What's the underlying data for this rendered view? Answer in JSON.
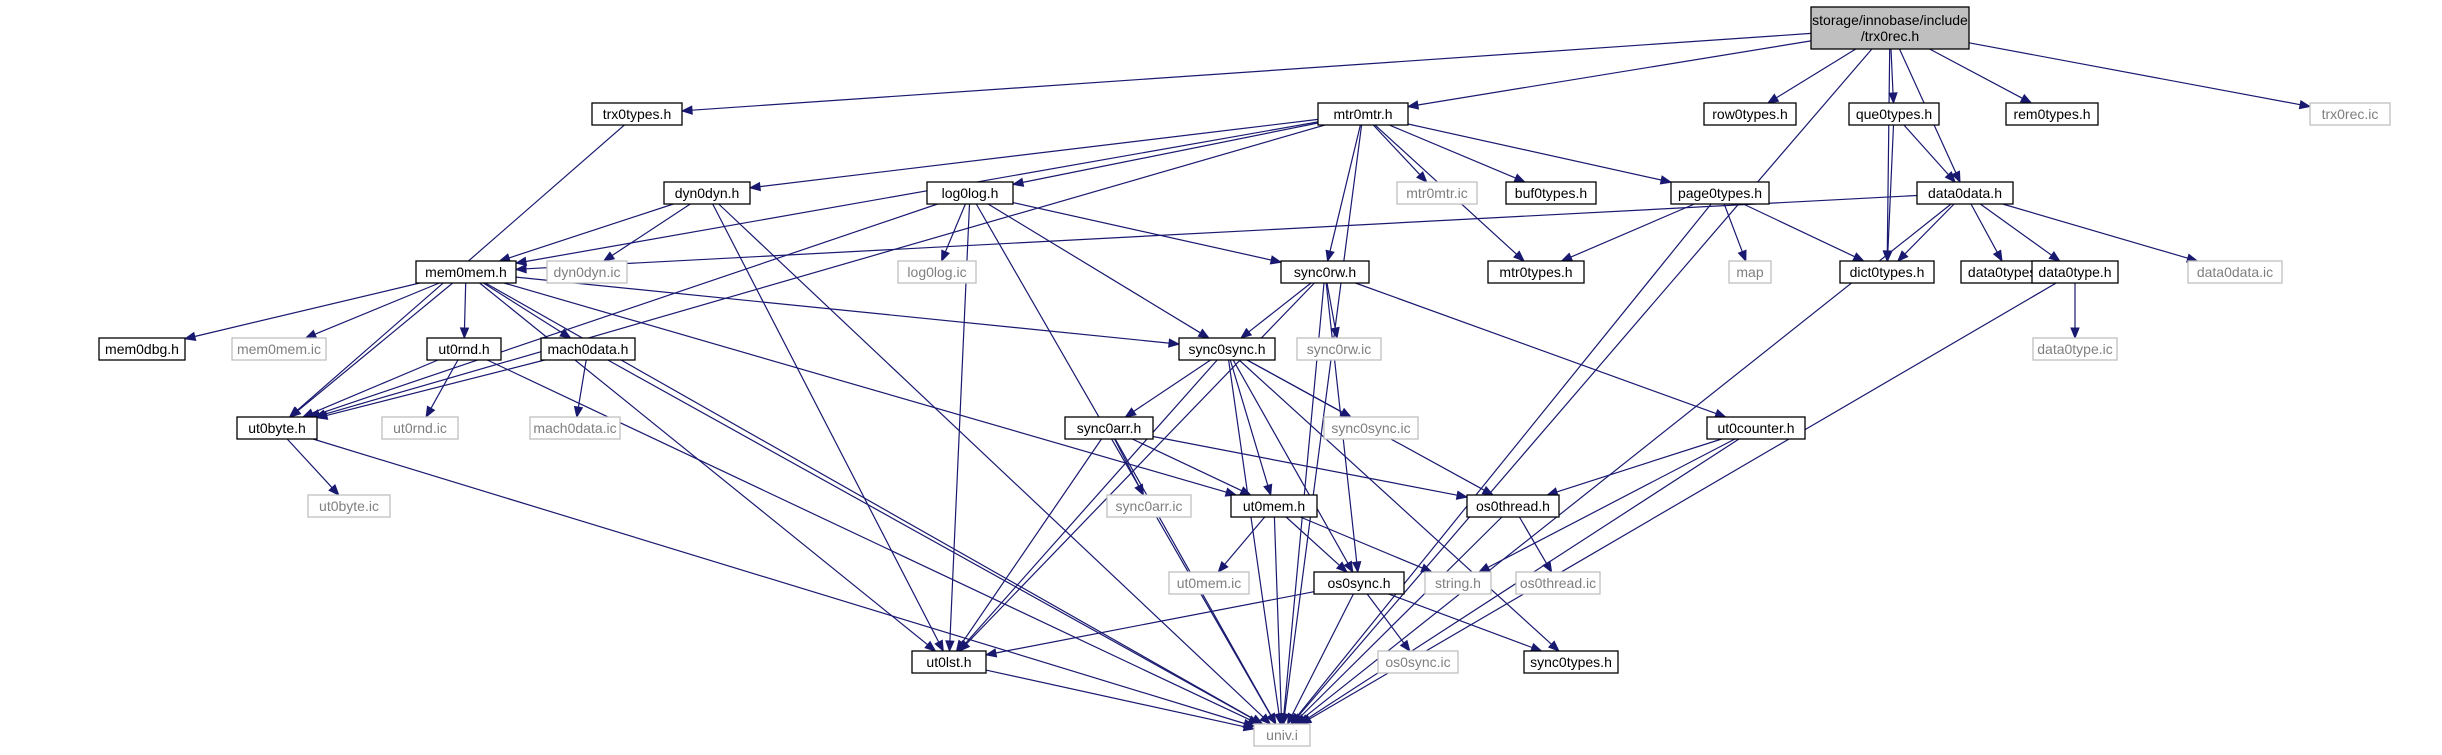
{
  "nodes": [
    {
      "id": "root",
      "label": [
        "storage/innobase/include",
        "/trx0rec.h"
      ],
      "style": "root"
    },
    {
      "id": "trx0types",
      "label": [
        "trx0types.h"
      ],
      "style": "normal"
    },
    {
      "id": "mtr0mtr",
      "label": [
        "mtr0mtr.h"
      ],
      "style": "normal"
    },
    {
      "id": "row0types",
      "label": [
        "row0types.h"
      ],
      "style": "normal"
    },
    {
      "id": "que0types",
      "label": [
        "que0types.h"
      ],
      "style": "normal"
    },
    {
      "id": "rem0types",
      "label": [
        "rem0types.h"
      ],
      "style": "normal"
    },
    {
      "id": "trx0rec_ic",
      "label": [
        "trx0rec.ic"
      ],
      "style": "ghost"
    },
    {
      "id": "dyn0dyn",
      "label": [
        "dyn0dyn.h"
      ],
      "style": "normal"
    },
    {
      "id": "log0log",
      "label": [
        "log0log.h"
      ],
      "style": "normal"
    },
    {
      "id": "mtr0mtr_ic",
      "label": [
        "mtr0mtr.ic"
      ],
      "style": "ghost"
    },
    {
      "id": "buf0types",
      "label": [
        "buf0types.h"
      ],
      "style": "normal"
    },
    {
      "id": "page0types",
      "label": [
        "page0types.h"
      ],
      "style": "normal"
    },
    {
      "id": "data0data",
      "label": [
        "data0data.h"
      ],
      "style": "normal"
    },
    {
      "id": "mem0mem",
      "label": [
        "mem0mem.h"
      ],
      "style": "normal"
    },
    {
      "id": "dyn0dyn_ic",
      "label": [
        "dyn0dyn.ic"
      ],
      "style": "ghost"
    },
    {
      "id": "log0log_ic",
      "label": [
        "log0log.ic"
      ],
      "style": "ghost"
    },
    {
      "id": "sync0rw",
      "label": [
        "sync0rw.h"
      ],
      "style": "normal"
    },
    {
      "id": "mtr0types",
      "label": [
        "mtr0types.h"
      ],
      "style": "normal"
    },
    {
      "id": "map",
      "label": [
        "map"
      ],
      "style": "ghost"
    },
    {
      "id": "dict0types",
      "label": [
        "dict0types.h"
      ],
      "style": "normal"
    },
    {
      "id": "data0types",
      "label": [
        "data0types.h"
      ],
      "style": "normal"
    },
    {
      "id": "data0type",
      "label": [
        "data0type.h"
      ],
      "style": "normal"
    },
    {
      "id": "data0data_ic",
      "label": [
        "data0data.ic"
      ],
      "style": "ghost"
    },
    {
      "id": "mem0dbg",
      "label": [
        "mem0dbg.h"
      ],
      "style": "normal"
    },
    {
      "id": "mem0mem_ic",
      "label": [
        "mem0mem.ic"
      ],
      "style": "ghost"
    },
    {
      "id": "ut0rnd",
      "label": [
        "ut0rnd.h"
      ],
      "style": "normal"
    },
    {
      "id": "mach0data",
      "label": [
        "mach0data.h"
      ],
      "style": "normal"
    },
    {
      "id": "sync0sync",
      "label": [
        "sync0sync.h"
      ],
      "style": "normal"
    },
    {
      "id": "sync0rw_ic",
      "label": [
        "sync0rw.ic"
      ],
      "style": "ghost"
    },
    {
      "id": "data0type_ic",
      "label": [
        "data0type.ic"
      ],
      "style": "ghost"
    },
    {
      "id": "ut0byte",
      "label": [
        "ut0byte.h"
      ],
      "style": "normal"
    },
    {
      "id": "ut0rnd_ic",
      "label": [
        "ut0rnd.ic"
      ],
      "style": "ghost"
    },
    {
      "id": "mach0data_ic",
      "label": [
        "mach0data.ic"
      ],
      "style": "ghost"
    },
    {
      "id": "sync0arr",
      "label": [
        "sync0arr.h"
      ],
      "style": "normal"
    },
    {
      "id": "sync0sync_ic",
      "label": [
        "sync0sync.ic"
      ],
      "style": "ghost"
    },
    {
      "id": "ut0counter",
      "label": [
        "ut0counter.h"
      ],
      "style": "normal"
    },
    {
      "id": "ut0byte_ic",
      "label": [
        "ut0byte.ic"
      ],
      "style": "ghost"
    },
    {
      "id": "sync0arr_ic",
      "label": [
        "sync0arr.ic"
      ],
      "style": "ghost"
    },
    {
      "id": "ut0mem",
      "label": [
        "ut0mem.h"
      ],
      "style": "normal"
    },
    {
      "id": "os0thread",
      "label": [
        "os0thread.h"
      ],
      "style": "normal"
    },
    {
      "id": "ut0mem_ic",
      "label": [
        "ut0mem.ic"
      ],
      "style": "ghost"
    },
    {
      "id": "os0sync",
      "label": [
        "os0sync.h"
      ],
      "style": "normal"
    },
    {
      "id": "string_h",
      "label": [
        "string.h"
      ],
      "style": "ghost"
    },
    {
      "id": "os0thread_ic",
      "label": [
        "os0thread.ic"
      ],
      "style": "ghost"
    },
    {
      "id": "ut0lst",
      "label": [
        "ut0lst.h"
      ],
      "style": "normal"
    },
    {
      "id": "os0sync_ic",
      "label": [
        "os0sync.ic"
      ],
      "style": "ghost"
    },
    {
      "id": "sync0types",
      "label": [
        "sync0types.h"
      ],
      "style": "normal"
    },
    {
      "id": "univ_i",
      "label": [
        "univ.i"
      ],
      "style": "ghost"
    }
  ],
  "edges": [
    [
      "root",
      "trx0types"
    ],
    [
      "root",
      "mtr0mtr"
    ],
    [
      "root",
      "row0types"
    ],
    [
      "root",
      "que0types"
    ],
    [
      "root",
      "rem0types"
    ],
    [
      "root",
      "trx0rec_ic"
    ],
    [
      "root",
      "data0data"
    ],
    [
      "root",
      "dict0types"
    ],
    [
      "root",
      "univ_i"
    ],
    [
      "trx0types",
      "ut0byte"
    ],
    [
      "mtr0mtr",
      "dyn0dyn"
    ],
    [
      "mtr0mtr",
      "log0log"
    ],
    [
      "mtr0mtr",
      "mtr0mtr_ic"
    ],
    [
      "mtr0mtr",
      "buf0types"
    ],
    [
      "mtr0mtr",
      "page0types"
    ],
    [
      "mtr0mtr",
      "mem0mem"
    ],
    [
      "mtr0mtr",
      "sync0rw"
    ],
    [
      "mtr0mtr",
      "mtr0types"
    ],
    [
      "mtr0mtr",
      "ut0byte"
    ],
    [
      "mtr0mtr",
      "univ_i"
    ],
    [
      "que0types",
      "data0data"
    ],
    [
      "que0types",
      "dict0types"
    ],
    [
      "dyn0dyn",
      "mem0mem"
    ],
    [
      "dyn0dyn",
      "dyn0dyn_ic"
    ],
    [
      "dyn0dyn",
      "ut0lst"
    ],
    [
      "dyn0dyn",
      "univ_i"
    ],
    [
      "log0log",
      "log0log_ic"
    ],
    [
      "log0log",
      "sync0rw"
    ],
    [
      "log0log",
      "sync0sync"
    ],
    [
      "log0log",
      "ut0lst"
    ],
    [
      "log0log",
      "ut0byte"
    ],
    [
      "log0log",
      "univ_i"
    ],
    [
      "page0types",
      "map"
    ],
    [
      "page0types",
      "mtr0types"
    ],
    [
      "page0types",
      "dict0types"
    ],
    [
      "page0types",
      "univ_i"
    ],
    [
      "data0data",
      "mem0mem"
    ],
    [
      "data0data",
      "dict0types"
    ],
    [
      "data0data",
      "data0types"
    ],
    [
      "data0data",
      "data0type"
    ],
    [
      "data0data",
      "data0data_ic"
    ],
    [
      "data0data",
      "univ_i"
    ],
    [
      "mem0mem",
      "mem0dbg"
    ],
    [
      "mem0mem",
      "mem0mem_ic"
    ],
    [
      "mem0mem",
      "ut0rnd"
    ],
    [
      "mem0mem",
      "mach0data"
    ],
    [
      "mem0mem",
      "sync0sync"
    ],
    [
      "mem0mem",
      "ut0byte"
    ],
    [
      "mem0mem",
      "ut0mem"
    ],
    [
      "mem0mem",
      "ut0lst"
    ],
    [
      "mem0mem",
      "univ_i"
    ],
    [
      "sync0rw",
      "sync0rw_ic"
    ],
    [
      "sync0rw",
      "sync0sync"
    ],
    [
      "sync0rw",
      "ut0counter"
    ],
    [
      "sync0rw",
      "os0sync"
    ],
    [
      "sync0rw",
      "ut0lst"
    ],
    [
      "sync0rw",
      "univ_i"
    ],
    [
      "data0type",
      "data0type_ic"
    ],
    [
      "data0type",
      "univ_i"
    ],
    [
      "ut0rnd",
      "ut0byte"
    ],
    [
      "ut0rnd",
      "ut0rnd_ic"
    ],
    [
      "ut0rnd",
      "univ_i"
    ],
    [
      "mach0data",
      "ut0byte"
    ],
    [
      "mach0data",
      "mach0data_ic"
    ],
    [
      "mach0data",
      "univ_i"
    ],
    [
      "sync0sync",
      "sync0arr"
    ],
    [
      "sync0sync",
      "sync0sync_ic"
    ],
    [
      "sync0sync",
      "ut0mem"
    ],
    [
      "sync0sync",
      "os0thread"
    ],
    [
      "sync0sync",
      "os0sync"
    ],
    [
      "sync0sync",
      "sync0types"
    ],
    [
      "sync0sync",
      "ut0lst"
    ],
    [
      "sync0sync",
      "univ_i"
    ],
    [
      "ut0counter",
      "os0thread"
    ],
    [
      "ut0counter",
      "string_h"
    ],
    [
      "ut0counter",
      "univ_i"
    ],
    [
      "ut0byte",
      "ut0byte_ic"
    ],
    [
      "ut0byte",
      "univ_i"
    ],
    [
      "sync0arr",
      "sync0arr_ic"
    ],
    [
      "sync0arr",
      "ut0mem"
    ],
    [
      "sync0arr",
      "os0thread"
    ],
    [
      "sync0arr",
      "ut0lst"
    ],
    [
      "sync0arr",
      "univ_i"
    ],
    [
      "ut0mem",
      "ut0mem_ic"
    ],
    [
      "ut0mem",
      "os0sync"
    ],
    [
      "ut0mem",
      "string_h"
    ],
    [
      "ut0mem",
      "univ_i"
    ],
    [
      "os0thread",
      "os0thread_ic"
    ],
    [
      "os0thread",
      "univ_i"
    ],
    [
      "os0sync",
      "os0sync_ic"
    ],
    [
      "os0sync",
      "sync0types"
    ],
    [
      "os0sync",
      "ut0lst"
    ],
    [
      "os0sync",
      "univ_i"
    ],
    [
      "ut0lst",
      "univ_i"
    ]
  ]
}
